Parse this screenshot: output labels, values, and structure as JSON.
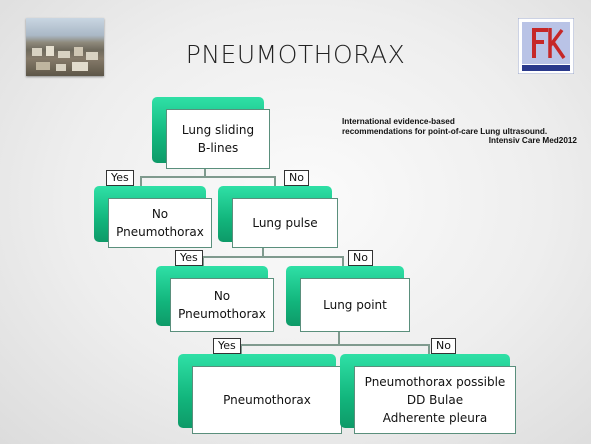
{
  "title": "PNEUMOTHORAX",
  "citation": {
    "line1": "International evidence-based",
    "line2": "recommendations for point-of-care  Lung ultrasound.",
    "line3": "Intensiv Care Med2012"
  },
  "logo": {
    "icon": "fk-logo",
    "caption": ""
  },
  "nodes": {
    "root": {
      "line1": "Lung sliding",
      "line2": "B-lines"
    },
    "no_ptx_1": {
      "line1": "No",
      "line2": "Pneumothorax"
    },
    "lung_pulse": {
      "line1": "Lung pulse"
    },
    "no_ptx_2": {
      "line1": "No",
      "line2": "Pneumothorax"
    },
    "lung_point": {
      "line1": "Lung point"
    },
    "ptx": {
      "line1": "Pneumothorax"
    },
    "ptx_possible": {
      "line1": "Pneumothorax possible",
      "line2": "DD Bulae",
      "line3": "Adherente pleura"
    }
  },
  "labels": {
    "yes1": "Yes",
    "no1": "No",
    "yes2": "Yes",
    "no2": "No",
    "yes3": "Yes",
    "no3": "No"
  },
  "colors": {
    "node_green": "#12b57c",
    "node_highlight": "#2fe0a6",
    "line": "#7f9a8e"
  }
}
